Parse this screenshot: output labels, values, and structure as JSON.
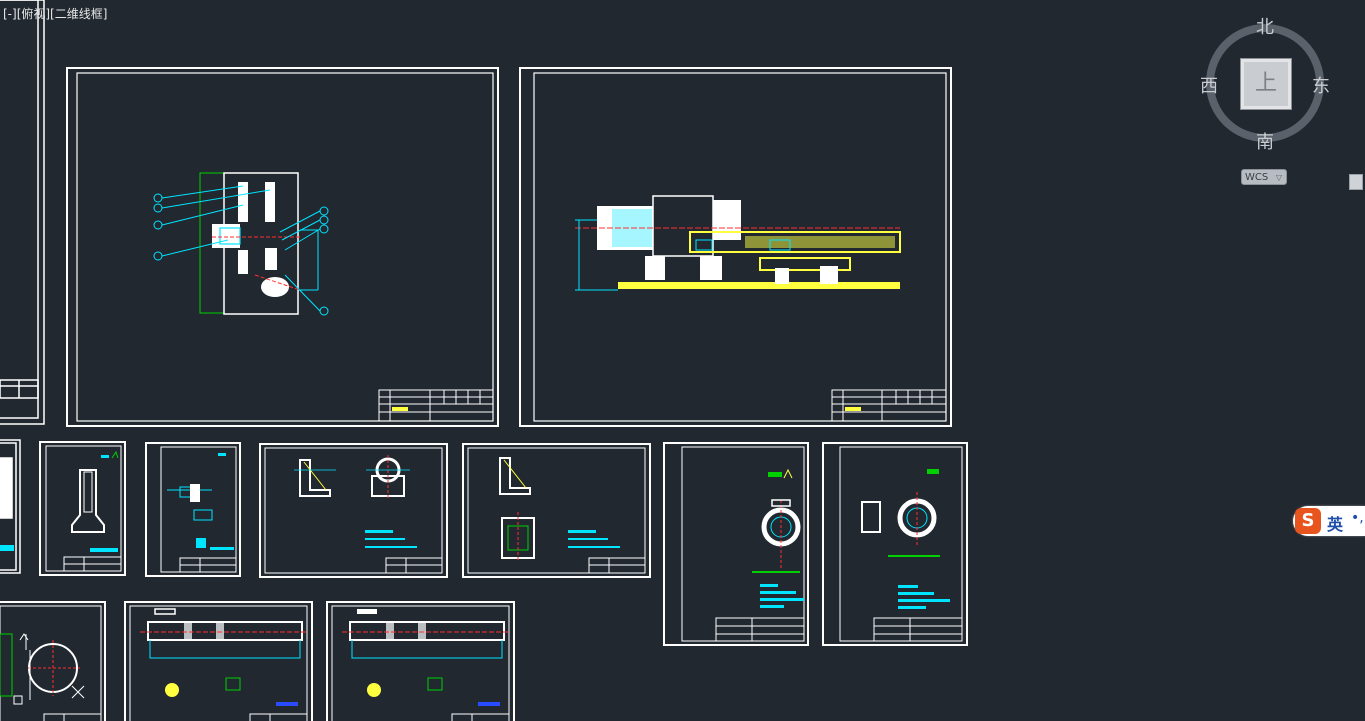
{
  "viewport": {
    "label": "[-][俯视][二维线框]"
  },
  "view_cube": {
    "face": "上",
    "north": "北",
    "south": "南",
    "west": "西",
    "east": "东"
  },
  "ucs_menu": {
    "label": "WCS",
    "arrow": "▽"
  },
  "ime": {
    "logo": "S",
    "language": "英",
    "extra": "•,"
  },
  "colors": {
    "background": "#212830",
    "frame": "#ffffff",
    "cyan": "#00e5ff",
    "yellow": "#ffff40",
    "green": "#00d000",
    "red": "#ff3030",
    "blue": "#2a4cff"
  }
}
